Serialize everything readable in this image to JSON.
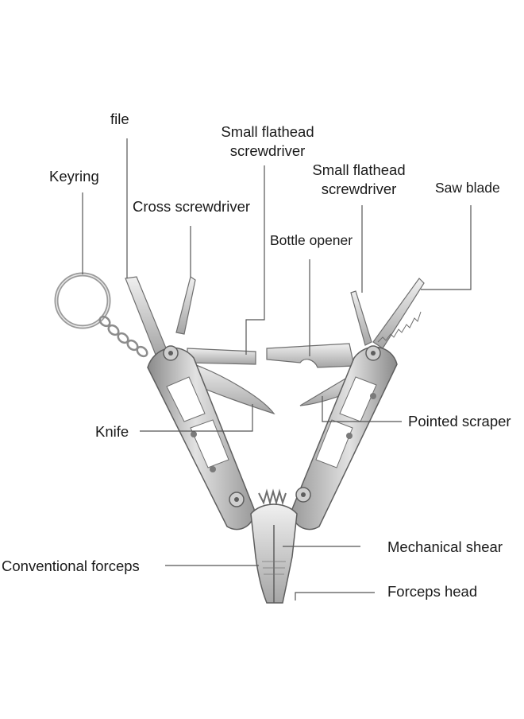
{
  "labels": {
    "file": "file",
    "small_flathead_1_line1": "Small flathead",
    "small_flathead_1_line2": "screwdriver",
    "small_flathead_2_line1": "Small flathead",
    "small_flathead_2_line2": "screwdriver",
    "keyring": "Keyring",
    "cross_screwdriver": "Cross screwdriver",
    "saw_blade": "Saw blade",
    "bottle_opener": "Bottle opener",
    "knife": "Knife",
    "pointed_scraper": "Pointed scraper",
    "mechanical_shear": "Mechanical shear",
    "conventional_forceps": "Conventional forceps",
    "forceps_head": "Forceps head"
  },
  "colors": {
    "steel_light": "#d9d9d9",
    "steel_mid": "#a9a9a9",
    "steel_dark": "#6e6e6e",
    "leader_line": "#555555",
    "text": "#1a1a1a"
  }
}
